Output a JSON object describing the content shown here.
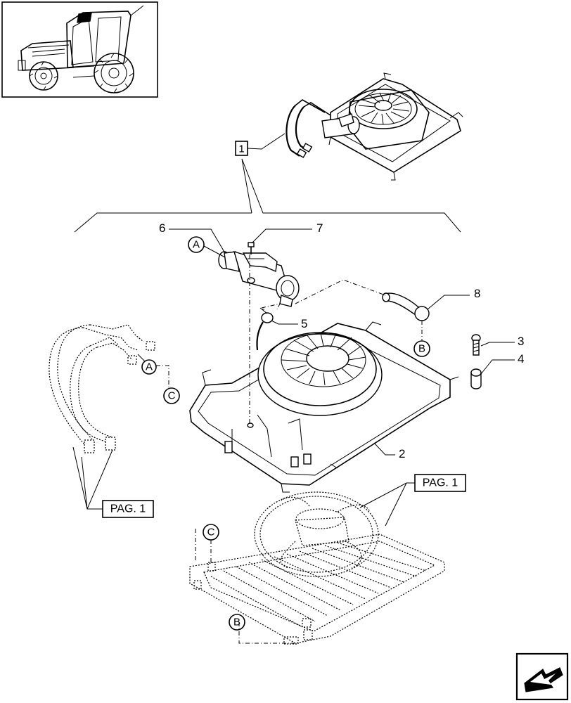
{
  "callouts": {
    "main_assembly": "1",
    "part_2": "2",
    "part_3": "3",
    "part_4": "4",
    "part_5": "5",
    "part_6": "6",
    "part_7": "7",
    "part_8": "8"
  },
  "connectors": {
    "a": "A",
    "b": "B",
    "c": "C"
  },
  "page_refs": {
    "left": "PAG. 1",
    "right": "PAG. 1"
  },
  "icons": {
    "thumbnail": "tractor-thumbnail-icon",
    "navigation": "next-page-arrow-icon"
  }
}
